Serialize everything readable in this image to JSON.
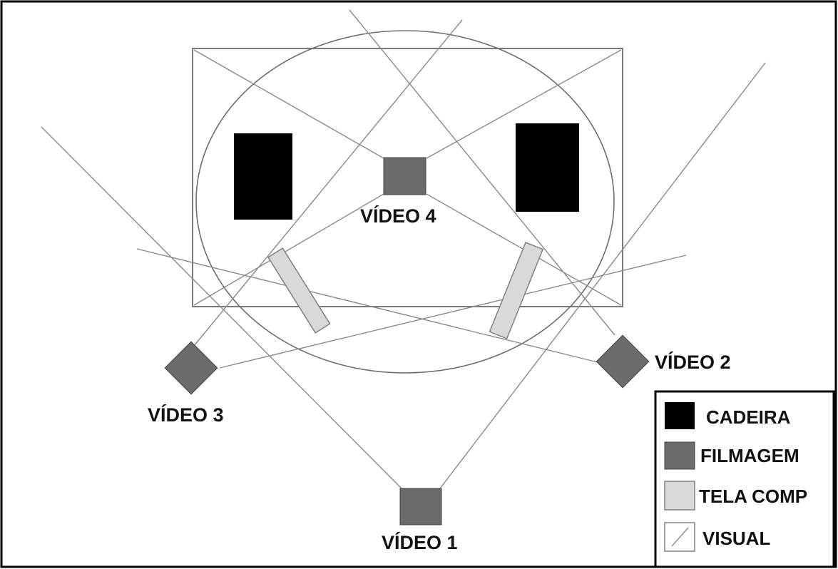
{
  "colors": {
    "chair": "#000000",
    "camera": "#6b6b6b",
    "screen": "#d9d9d9",
    "line": "#8a8a8a",
    "outline": "#7a7a7a"
  },
  "cameras": {
    "video1": "VÍDEO 1",
    "video2": "VÍDEO 2",
    "video3": "VÍDEO 3",
    "video4": "VÍDEO 4"
  },
  "legend": {
    "chair": "CADEIRA",
    "camera": "FILMAGEM",
    "screen": "TELA COMP",
    "visual": "VISUAL"
  }
}
